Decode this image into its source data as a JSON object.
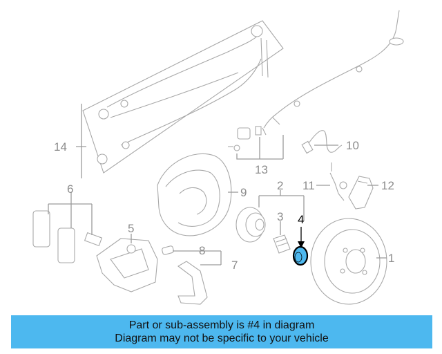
{
  "diagram": {
    "callouts": [
      {
        "id": "1",
        "label": "1"
      },
      {
        "id": "2",
        "label": "2"
      },
      {
        "id": "3",
        "label": "3"
      },
      {
        "id": "4",
        "label": "4",
        "highlighted": true
      },
      {
        "id": "5",
        "label": "5"
      },
      {
        "id": "6",
        "label": "6"
      },
      {
        "id": "7",
        "label": "7"
      },
      {
        "id": "8",
        "label": "8"
      },
      {
        "id": "9",
        "label": "9"
      },
      {
        "id": "10",
        "label": "10"
      },
      {
        "id": "11",
        "label": "11"
      },
      {
        "id": "12",
        "label": "12"
      },
      {
        "id": "13",
        "label": "13"
      },
      {
        "id": "14",
        "label": "14"
      }
    ],
    "highlight_color": "#4db8ef"
  },
  "banner": {
    "line1": "Part or sub-assembly is #4 in diagram",
    "line2": "Diagram may not be specific to your vehicle",
    "color": "#4db8ef"
  }
}
